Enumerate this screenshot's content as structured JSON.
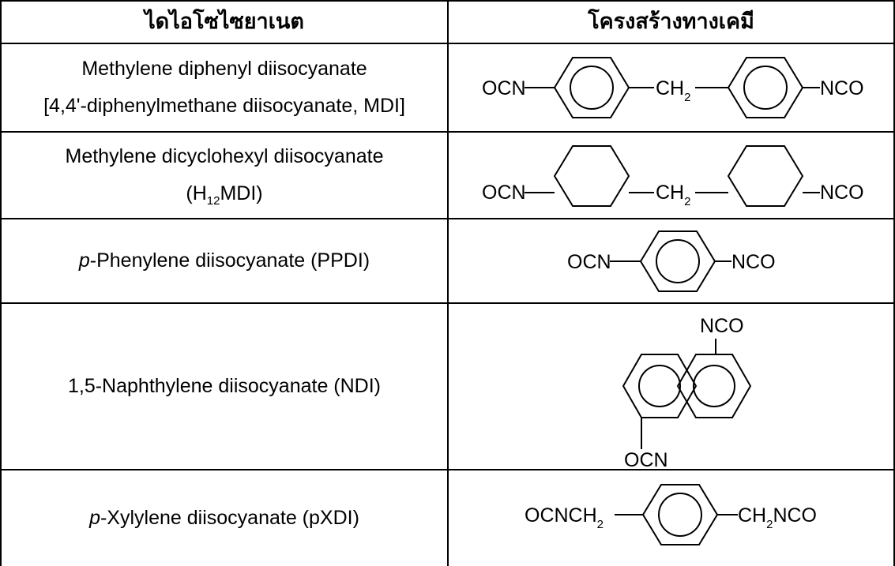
{
  "table": {
    "headers": {
      "diisocyanate": "ไดไอโซไซยาเนต",
      "structure": "โครงสร้างทางเคมี"
    },
    "rows": [
      {
        "name_line1": "Methylene diphenyl diisocyanate",
        "name_line2": "[4,4'-diphenylmethane diisocyanate, MDI]",
        "structure": {
          "left": "OCN",
          "bridge": "CH",
          "bridge_sub": "2",
          "right": "NCO"
        }
      },
      {
        "name_line1": "Methylene dicyclohexyl diisocyanate",
        "name_line2_pre": "(H",
        "name_line2_sub": "12",
        "name_line2_post": "MDI)",
        "structure": {
          "left": "OCN",
          "bridge": "CH",
          "bridge_sub": "2",
          "right": "NCO"
        }
      },
      {
        "name_prefix": "p",
        "name_rest": "-Phenylene diisocyanate (PPDI)",
        "structure": {
          "left": "OCN",
          "right": "NCO"
        }
      },
      {
        "name": "1,5-Naphthylene diisocyanate (NDI)",
        "structure": {
          "top": "NCO",
          "bottom": "OCN"
        }
      },
      {
        "name_prefix": "p",
        "name_rest": "-Xylylene diisocyanate (pXDI)",
        "structure": {
          "left": "OCNCH",
          "left_sub": "2",
          "right": "CH",
          "right_sub": "2",
          "right_post": "NCO"
        }
      }
    ]
  }
}
